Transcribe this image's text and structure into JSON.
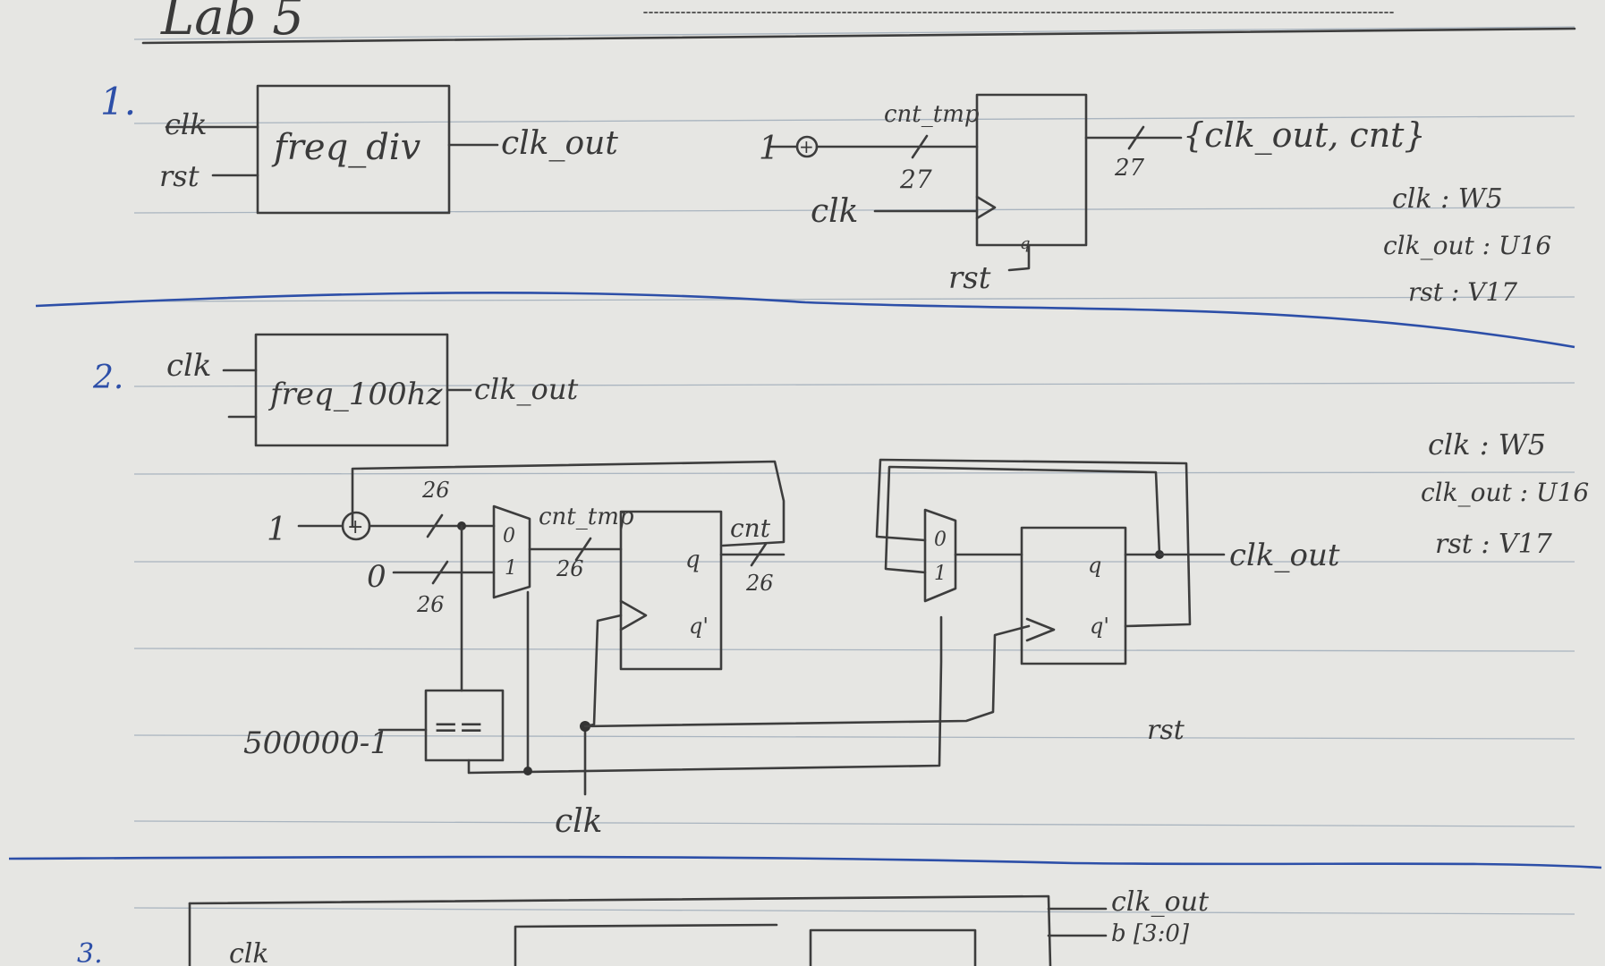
{
  "page": {
    "heading": "Lab 5"
  },
  "section1": {
    "number": "1.",
    "block": "freq_div",
    "in_clk": "clk",
    "in_rst": "rst",
    "out": "clk_out",
    "const_one": "1",
    "plus": "+",
    "reg_in_label": "cnt_tmp",
    "reg_in_width": "27",
    "reg_clk": "clk",
    "reg_q": "q",
    "reg_rst": "rst",
    "reg_out_width": "27",
    "reg_out": "{clk_out, cnt}",
    "pins": [
      "clk : W5",
      "clk_out : U16",
      "rst : V17"
    ]
  },
  "section2": {
    "number": "2.",
    "block": "freq_100hz",
    "in_clk": "clk",
    "out": "clk_out",
    "const_one": "1",
    "const_zero": "0",
    "plus": "+",
    "w_adder": "26",
    "w_zero": "26",
    "mux_sel0": "0",
    "mux_sel1": "1",
    "reg_in_label": "cnt_tmp",
    "reg_in_width": "26",
    "reg_q": "q",
    "reg_qbar": "q'",
    "reg_out_label": "cnt",
    "reg_out_width": "26",
    "compare_const": "500000-1",
    "compare_op": "==",
    "clk_bottom": "clk",
    "mux2_sel0": "0",
    "mux2_sel1": "1",
    "reg2_q": "q",
    "reg2_qbar": "q'",
    "reg2_out": "clk_out",
    "rst_label": "rst",
    "pins": [
      "clk : W5",
      "clk_out : U16",
      "rst : V17"
    ]
  },
  "section3": {
    "number": "3.",
    "in_clk": "clk",
    "out_clk": "clk_out",
    "out_b": "b [3:0]"
  }
}
